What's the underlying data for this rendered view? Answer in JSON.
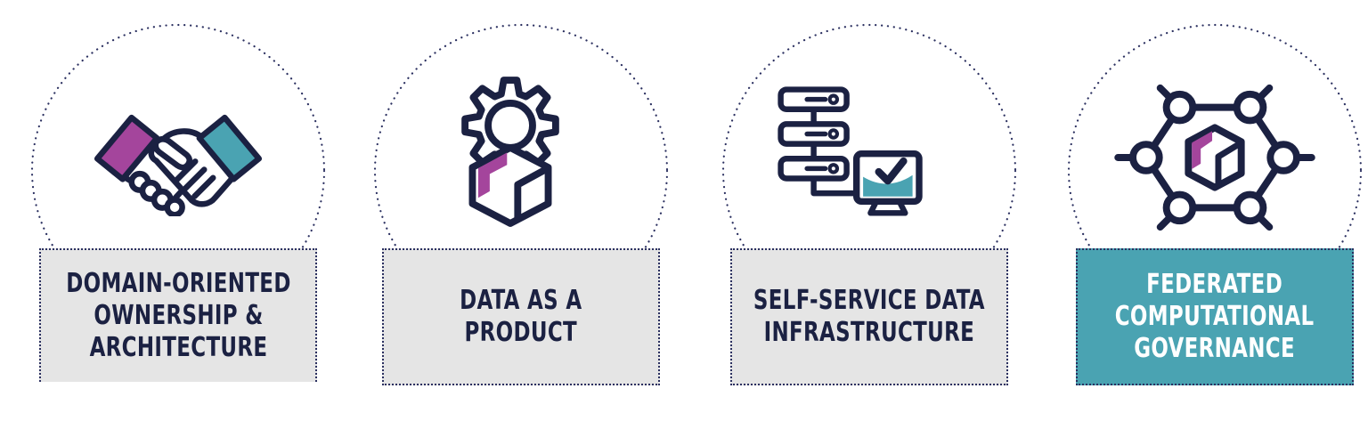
{
  "title": "Data mesh principles diagram",
  "colors": {
    "navy": "#1b2142",
    "purple": "#a4459c",
    "teal": "#4aa3b2",
    "label_bg": "#e5e5e5",
    "dot": "#2b3060",
    "background": "#ffffff",
    "label_text_light": "#ffffff"
  },
  "principles": [
    {
      "id": "domain-oriented-ownership",
      "label": "DOMAIN-ORIENTED\nOWNERSHIP &\nARCHITECTURE",
      "icon": "handshake-icon",
      "label_style": "gray"
    },
    {
      "id": "data-as-a-product",
      "label": "DATA AS A\nPRODUCT",
      "icon": "gear-cube-icon",
      "label_style": "gray"
    },
    {
      "id": "self-service-data-infrastructure",
      "label": "SELF-SERVICE DATA\nINFRASTRUCTURE",
      "icon": "servers-monitor-icon",
      "label_style": "gray"
    },
    {
      "id": "federated-computational-governance",
      "label": "FEDERATED\nCOMPUTATIONAL\nGOVERNANCE",
      "icon": "network-cube-icon",
      "label_style": "teal"
    }
  ]
}
